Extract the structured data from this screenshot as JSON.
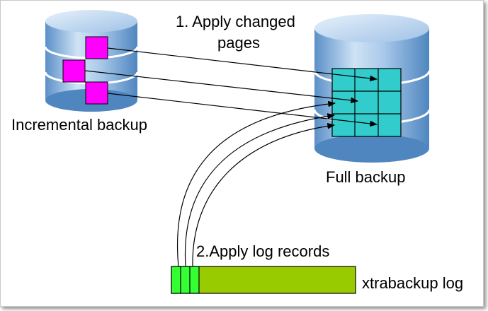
{
  "labels": {
    "step1_line1": "1. Apply changed",
    "step1_line2": "pages",
    "incremental": "Incremental backup",
    "full": "Full backup",
    "step2": "2.Apply log records",
    "log": "xtrabackup log"
  },
  "colors": {
    "page_block": "#ff00ff",
    "grid_cell": "#33cccc",
    "log_bar": "#99cc00",
    "log_records": "#33ff33",
    "cylinder_body": "#6fa8dc"
  }
}
